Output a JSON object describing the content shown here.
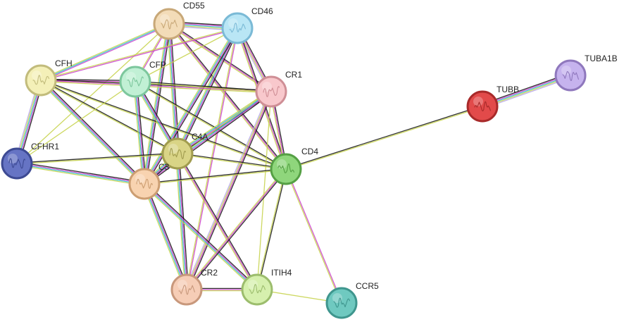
{
  "nodes": [
    {
      "id": "CD55",
      "label": "CD55",
      "fill": "#f3dcb8",
      "ring": "#c8a878"
    },
    {
      "id": "CD46",
      "label": "CD46",
      "fill": "#b9e6f5",
      "ring": "#7bbad6"
    },
    {
      "id": "CFH",
      "label": "CFH",
      "fill": "#f4f0b8",
      "ring": "#c2bc7c"
    },
    {
      "id": "CFP",
      "label": "CFP",
      "fill": "#c1f0d5",
      "ring": "#7dc79d"
    },
    {
      "id": "CR1",
      "label": "CR1",
      "fill": "#f8c8cc",
      "ring": "#cf8f96"
    },
    {
      "id": "CFHR1",
      "label": "CFHR1",
      "fill": "#6674c4",
      "ring": "#3d4a93"
    },
    {
      "id": "C4A",
      "label": "C4A",
      "fill": "#d9d486",
      "ring": "#a19c4f"
    },
    {
      "id": "C3",
      "label": "C3",
      "fill": "#f8d3b0",
      "ring": "#cc9e72"
    },
    {
      "id": "CD4",
      "label": "CD4",
      "fill": "#8fd67c",
      "ring": "#55a044"
    },
    {
      "id": "TUBB",
      "label": "TUBB",
      "fill": "#e24a4a",
      "ring": "#a82a2a"
    },
    {
      "id": "TUBA1B",
      "label": "TUBA1B",
      "fill": "#c6b3ee",
      "ring": "#8f78bd"
    },
    {
      "id": "CR2",
      "label": "CR2",
      "fill": "#f6cdb6",
      "ring": "#c8987c"
    },
    {
      "id": "ITIH4",
      "label": "ITIH4",
      "fill": "#d6f0ae",
      "ring": "#9cbd6d"
    },
    {
      "id": "CCR5",
      "label": "CCR5",
      "fill": "#6fc9c0",
      "ring": "#3f968e"
    }
  ],
  "evidence_colors": {
    "coexpression": "#1a1a1a",
    "experiments": "#cc44cc",
    "databases": "#33c0d0",
    "textmining": "#c8d450",
    "neighborhood": "#3a8a3a",
    "homology": "#b8a8e8"
  },
  "edges": [
    {
      "a": "CD55",
      "b": "CD46",
      "ev": [
        "coexpression",
        "experiments",
        "databases",
        "textmining",
        "homology"
      ]
    },
    {
      "a": "CD55",
      "b": "CFH",
      "ev": [
        "experiments",
        "databases",
        "textmining"
      ]
    },
    {
      "a": "CD55",
      "b": "CFP",
      "ev": [
        "experiments",
        "textmining"
      ]
    },
    {
      "a": "CD55",
      "b": "CR1",
      "ev": [
        "coexpression",
        "experiments",
        "textmining"
      ]
    },
    {
      "a": "CD55",
      "b": "C4A",
      "ev": [
        "coexpression",
        "experiments",
        "databases",
        "textmining"
      ]
    },
    {
      "a": "CD55",
      "b": "C3",
      "ev": [
        "coexpression",
        "experiments",
        "databases",
        "textmining"
      ]
    },
    {
      "a": "CD55",
      "b": "CD4",
      "ev": [
        "coexpression",
        "experiments",
        "textmining"
      ]
    },
    {
      "a": "CD55",
      "b": "CFHR1",
      "ev": [
        "textmining"
      ]
    },
    {
      "a": "CD46",
      "b": "CFH",
      "ev": [
        "experiments",
        "textmining"
      ]
    },
    {
      "a": "CD46",
      "b": "CFP",
      "ev": [
        "textmining"
      ]
    },
    {
      "a": "CD46",
      "b": "CR1",
      "ev": [
        "coexpression",
        "experiments",
        "textmining",
        "homology"
      ]
    },
    {
      "a": "CD46",
      "b": "C4A",
      "ev": [
        "coexpression",
        "experiments",
        "databases",
        "textmining"
      ]
    },
    {
      "a": "CD46",
      "b": "C3",
      "ev": [
        "coexpression",
        "experiments",
        "databases",
        "textmining"
      ]
    },
    {
      "a": "CD46",
      "b": "CD4",
      "ev": [
        "coexpression",
        "experiments",
        "textmining"
      ]
    },
    {
      "a": "CD46",
      "b": "CR2",
      "ev": [
        "experiments",
        "textmining"
      ]
    },
    {
      "a": "CFH",
      "b": "CFP",
      "ev": [
        "coexpression",
        "experiments",
        "textmining"
      ]
    },
    {
      "a": "CFH",
      "b": "CR1",
      "ev": [
        "coexpression",
        "experiments",
        "textmining"
      ]
    },
    {
      "a": "CFH",
      "b": "CFHR1",
      "ev": [
        "coexpression",
        "experiments",
        "databases",
        "textmining",
        "homology"
      ]
    },
    {
      "a": "CFH",
      "b": "C4A",
      "ev": [
        "coexpression",
        "textmining"
      ]
    },
    {
      "a": "CFH",
      "b": "C3",
      "ev": [
        "coexpression",
        "experiments",
        "databases",
        "textmining"
      ]
    },
    {
      "a": "CFH",
      "b": "CD4",
      "ev": [
        "coexpression",
        "textmining"
      ]
    },
    {
      "a": "CFP",
      "b": "CR1",
      "ev": [
        "coexpression",
        "textmining"
      ]
    },
    {
      "a": "CFP",
      "b": "C4A",
      "ev": [
        "coexpression",
        "experiments",
        "databases",
        "textmining"
      ]
    },
    {
      "a": "CFP",
      "b": "C3",
      "ev": [
        "coexpression",
        "experiments",
        "databases",
        "textmining"
      ]
    },
    {
      "a": "CFP",
      "b": "CD4",
      "ev": [
        "coexpression",
        "textmining"
      ]
    },
    {
      "a": "CFP",
      "b": "CFHR1",
      "ev": [
        "textmining"
      ]
    },
    {
      "a": "CR1",
      "b": "C4A",
      "ev": [
        "coexpression",
        "experiments",
        "databases",
        "textmining"
      ]
    },
    {
      "a": "CR1",
      "b": "C3",
      "ev": [
        "coexpression",
        "experiments",
        "databases",
        "textmining"
      ]
    },
    {
      "a": "CR1",
      "b": "CD4",
      "ev": [
        "coexpression",
        "experiments",
        "textmining"
      ]
    },
    {
      "a": "CR1",
      "b": "CR2",
      "ev": [
        "coexpression",
        "experiments",
        "textmining",
        "homology"
      ]
    },
    {
      "a": "CR1",
      "b": "ITIH4",
      "ev": [
        "textmining"
      ]
    },
    {
      "a": "CFHR1",
      "b": "C4A",
      "ev": [
        "coexpression",
        "textmining"
      ]
    },
    {
      "a": "CFHR1",
      "b": "C3",
      "ev": [
        "coexpression",
        "experiments",
        "databases",
        "textmining"
      ]
    },
    {
      "a": "C4A",
      "b": "C3",
      "ev": [
        "coexpression",
        "experiments",
        "databases",
        "textmining"
      ]
    },
    {
      "a": "C4A",
      "b": "CD4",
      "ev": [
        "coexpression",
        "textmining"
      ]
    },
    {
      "a": "C4A",
      "b": "CR2",
      "ev": [
        "coexpression",
        "experiments",
        "databases",
        "textmining"
      ]
    },
    {
      "a": "C4A",
      "b": "ITIH4",
      "ev": [
        "coexpression",
        "experiments",
        "textmining"
      ]
    },
    {
      "a": "C3",
      "b": "CD4",
      "ev": [
        "coexpression",
        "textmining"
      ]
    },
    {
      "a": "C3",
      "b": "CR2",
      "ev": [
        "coexpression",
        "experiments",
        "databases",
        "textmining"
      ]
    },
    {
      "a": "C3",
      "b": "ITIH4",
      "ev": [
        "coexpression",
        "experiments",
        "databases",
        "textmining"
      ]
    },
    {
      "a": "CD4",
      "b": "CR2",
      "ev": [
        "coexpression",
        "experiments",
        "textmining"
      ]
    },
    {
      "a": "CD4",
      "b": "ITIH4",
      "ev": [
        "coexpression",
        "textmining"
      ]
    },
    {
      "a": "CD4",
      "b": "CCR5",
      "ev": [
        "experiments",
        "textmining"
      ]
    },
    {
      "a": "CD4",
      "b": "TUBB",
      "ev": [
        "coexpression",
        "textmining"
      ]
    },
    {
      "a": "TUBB",
      "b": "TUBA1B",
      "ev": [
        "coexpression",
        "experiments",
        "databases",
        "textmining",
        "homology"
      ]
    },
    {
      "a": "CR2",
      "b": "ITIH4",
      "ev": [
        "coexpression",
        "experiments",
        "textmining"
      ]
    },
    {
      "a": "ITIH4",
      "b": "CCR5",
      "ev": [
        "textmining"
      ]
    }
  ]
}
